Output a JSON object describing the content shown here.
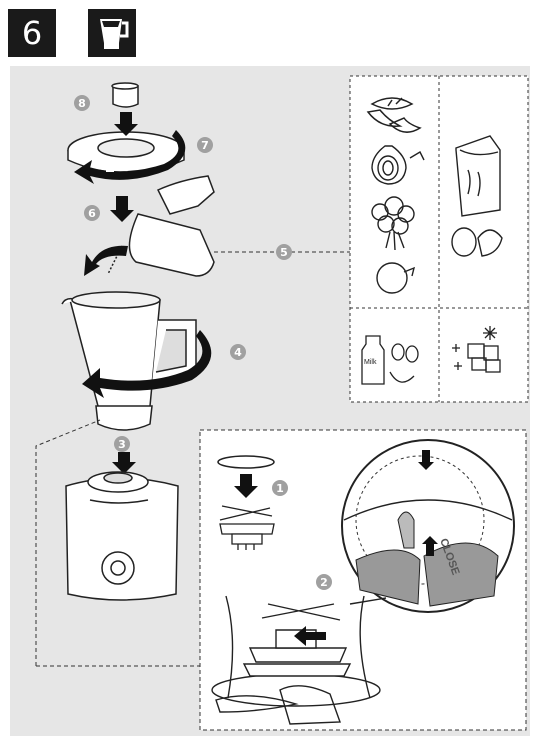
{
  "header": {
    "step_number": "6",
    "icon": "blender-jar-icon"
  },
  "callouts": {
    "c1": "1",
    "c2": "2",
    "c3": "3",
    "c4": "4",
    "c5": "5",
    "c6": "6",
    "c7": "7",
    "c8": "8"
  },
  "labels": {
    "milk": "Milk",
    "close": "CLOSE"
  },
  "colors": {
    "badge": "#1a1a1a",
    "panel": "#e6e6e6",
    "callout": "#a0a0a0",
    "stroke": "#222222"
  }
}
